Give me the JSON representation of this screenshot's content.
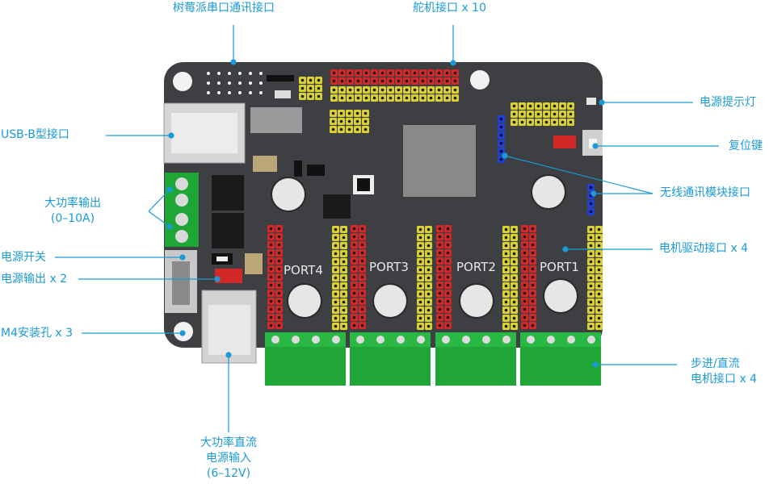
{
  "callouts": {
    "pi_serial": "树莓派串口通讯接口",
    "servo": "舵机接口 x 10",
    "usb_b": "USB-B型接口",
    "power_led": "电源提示灯",
    "reset": "复位键",
    "wireless": "无线通讯模块接口",
    "high_power_out_1": "大功率输出",
    "high_power_out_2": "(0–10A)",
    "power_switch": "电源开关",
    "power_out": "电源输出 x 2",
    "motor_driver": "电机驱动接口 x 4",
    "mount_hole": "M4安装孔 x 3",
    "stepper_dc_1": "步进/直流",
    "stepper_dc_2": "电机接口 x 4",
    "dc_input_1": "大功率直流",
    "dc_input_2": "电源输入",
    "dc_input_3": "(6–12V)"
  },
  "ports": [
    "PORT4",
    "PORT3",
    "PORT2",
    "PORT1"
  ],
  "colors": {
    "accent": "#1a9ad6",
    "board": "#3d3f42",
    "red_header": "#d42828",
    "yellow_header": "#d9d032",
    "green_terminal": "#1fa637",
    "blue_header": "#1f3fd6"
  }
}
